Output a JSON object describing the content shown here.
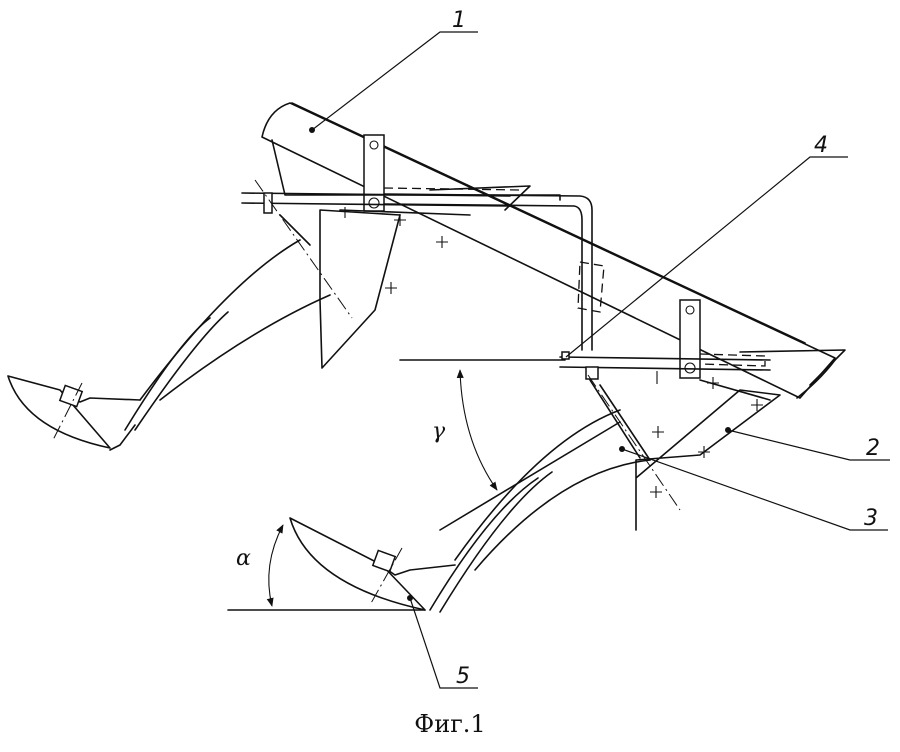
{
  "figure": {
    "caption": "Фиг.1",
    "callouts": [
      "1",
      "2",
      "3",
      "4",
      "5"
    ],
    "angle_labels": {
      "gamma": "γ",
      "alpha": "α"
    }
  }
}
